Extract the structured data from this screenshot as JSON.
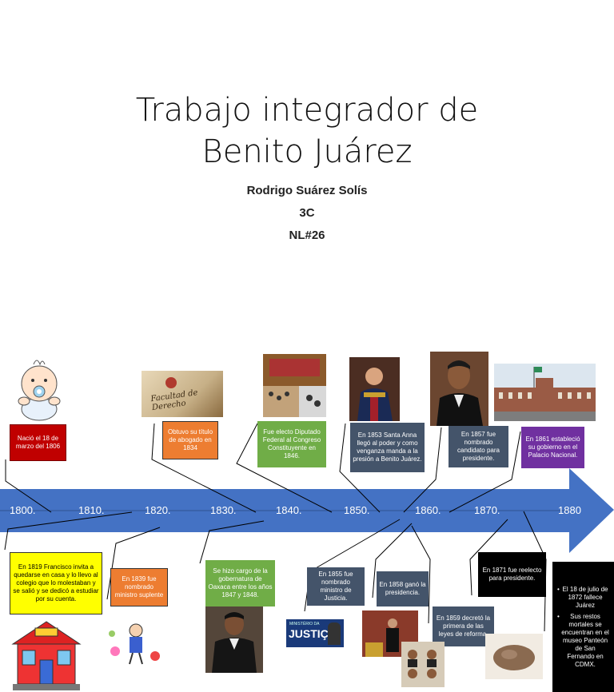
{
  "title": {
    "line1": "Trabajo integrador de",
    "line2": "Benito Juárez"
  },
  "author": "Rodrigo Suárez Solís",
  "group": "3C",
  "number": "NL#26",
  "years": [
    "1800.",
    "1810.",
    "1820.",
    "1830.",
    "1840.",
    "1850.",
    "1860.",
    "1870.",
    "1880"
  ],
  "events": {
    "e1806": "Nació el 18 de marzo del 1806",
    "e1819": "En 1819 Francisco invita a quedarse en casa y lo llevo al colegio que lo molestaban y se salió y se dedicó a estudiar por su cuenta.",
    "e1834": "Obtuvo su título de abogado en 1834",
    "e1839": "En 1839 fue nombrado ministro suplente",
    "e1846": "Fue electo Diputado Federal al Congreso Constituyente en 1846.",
    "e1847": "Se hizo cargo de la gobernatura de Oaxaca entre los años 1847 y 1848.",
    "e1853": "En 1853 Santa Anna llegó al poder y como venganza manda a la presión a Benito Juárez.",
    "e1855": "En 1855 fue nombrado ministro de Justicia.",
    "e1857": "En 1857 fue nombrado candidato para presidente.",
    "e1858": "En 1858 ganó la presidencia.",
    "e1859": "En 1859 decretó la primera de las leyes de reforma.",
    "e1861": "En 1861 estableció su gobierno en el Palacio Nacional.",
    "e1871": "En 1871 fue reelecto para presidente.",
    "e1872a": "El 18 de julio de 1872 fallece Juárez",
    "e1872b": "Sus restos mortales se encuentran en el museo Panteón de San Fernando en CDMX."
  },
  "images": {
    "diploma_text": "Facultad de Derecho",
    "justice_text": "JUSTIÇA",
    "justice_small": "MINISTÉRIO DA"
  },
  "colors": {
    "arrow": "#4472c4",
    "red": "#c00000",
    "orange": "#ed7d31",
    "green": "#70ad47",
    "slate": "#44546a",
    "purple": "#7030a0"
  }
}
